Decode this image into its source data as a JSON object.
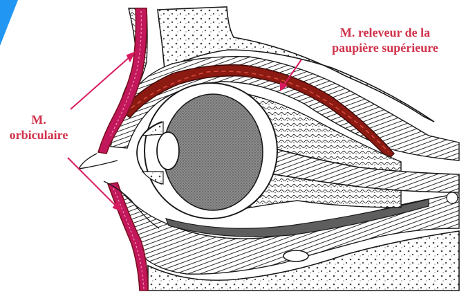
{
  "labels": {
    "orbicularis": {
      "line1": "M.",
      "line2": "orbiculaire"
    },
    "levator": {
      "line1": "M. releveur de la",
      "line2": "paupière supérieure"
    }
  },
  "colors": {
    "label_text": "#d0324b",
    "arrow": "#d81b60",
    "muscle_fill": "#c2185b",
    "muscle_dark": "#7a0f1e",
    "levator_fill": "#8b1a12",
    "line_art": "#1a1a1a",
    "eyeball_fill": "#8f8f8f",
    "corner_accent": "#2196f3"
  }
}
